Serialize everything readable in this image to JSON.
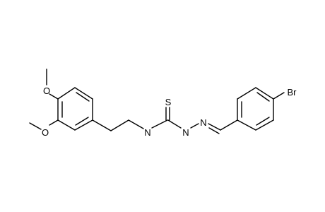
{
  "atoms": {
    "methoxy_top_o": "O",
    "methoxy_bottom_o": "O",
    "amine_n": "N",
    "thione_s": "S",
    "hydrazide_n": "N",
    "imine_n": "N",
    "bromo": "Br"
  },
  "colors": {
    "bond": "#000000",
    "text": "#000000",
    "background": "#ffffff"
  }
}
